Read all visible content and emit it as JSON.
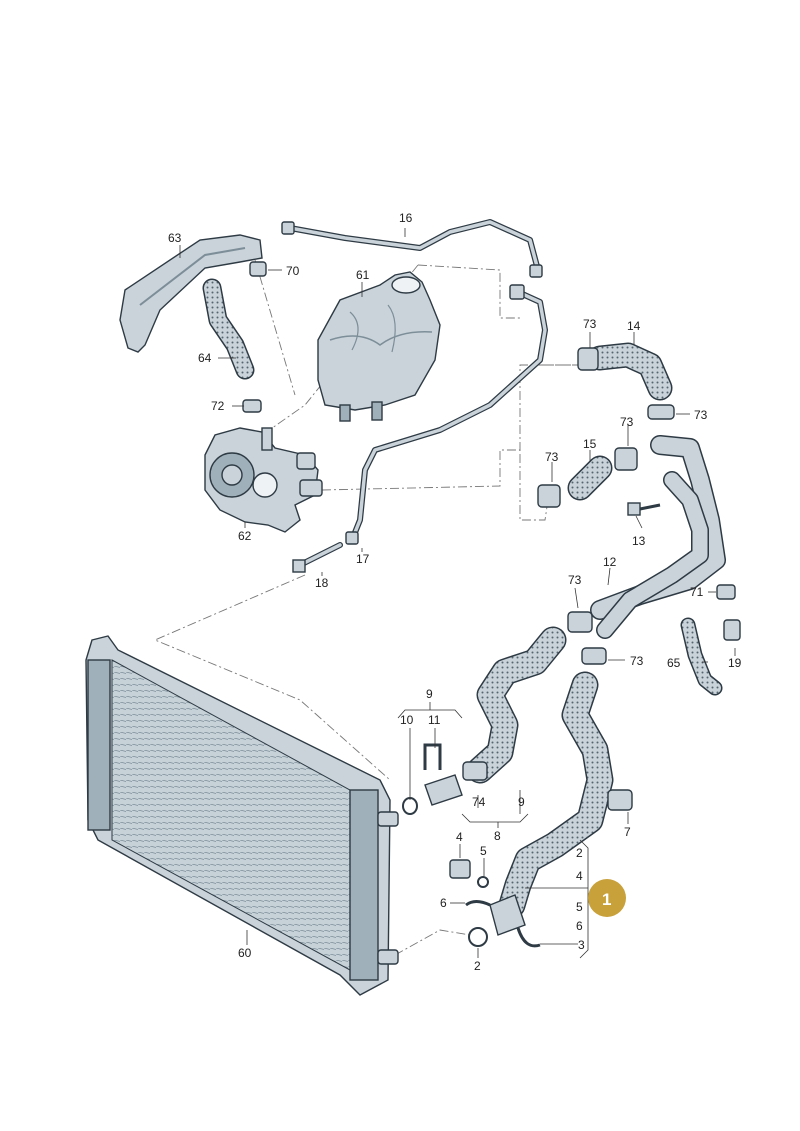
{
  "colors": {
    "part_fill": "#c9d3d9",
    "part_fill_dark": "#9fb0ba",
    "outline": "#2e3a44",
    "badge": "#c9a13a",
    "badge_text": "#ffffff"
  },
  "badge": {
    "text": "1"
  },
  "labels": {
    "l16": "16",
    "l63": "63",
    "l70": "70",
    "l61": "61",
    "l64": "64",
    "l72": "72",
    "l62": "62",
    "l17": "17",
    "l18": "18",
    "l73a": "73",
    "l14": "14",
    "l73b": "73",
    "l73c": "73",
    "l73d": "73",
    "l15": "15",
    "l13": "13",
    "l12": "12",
    "l73e": "73",
    "l71": "71",
    "l65": "65",
    "l19": "19",
    "l73f": "73",
    "l9": "9",
    "l10": "10",
    "l11": "11",
    "l74": "74",
    "l9b": "9",
    "l8": "8",
    "l7": "7",
    "l60": "60",
    "l4": "4",
    "l5": "5",
    "l6": "6",
    "l2": "2",
    "r2": "2",
    "r4": "4",
    "r5": "5",
    "r6": "6",
    "r3": "3"
  }
}
